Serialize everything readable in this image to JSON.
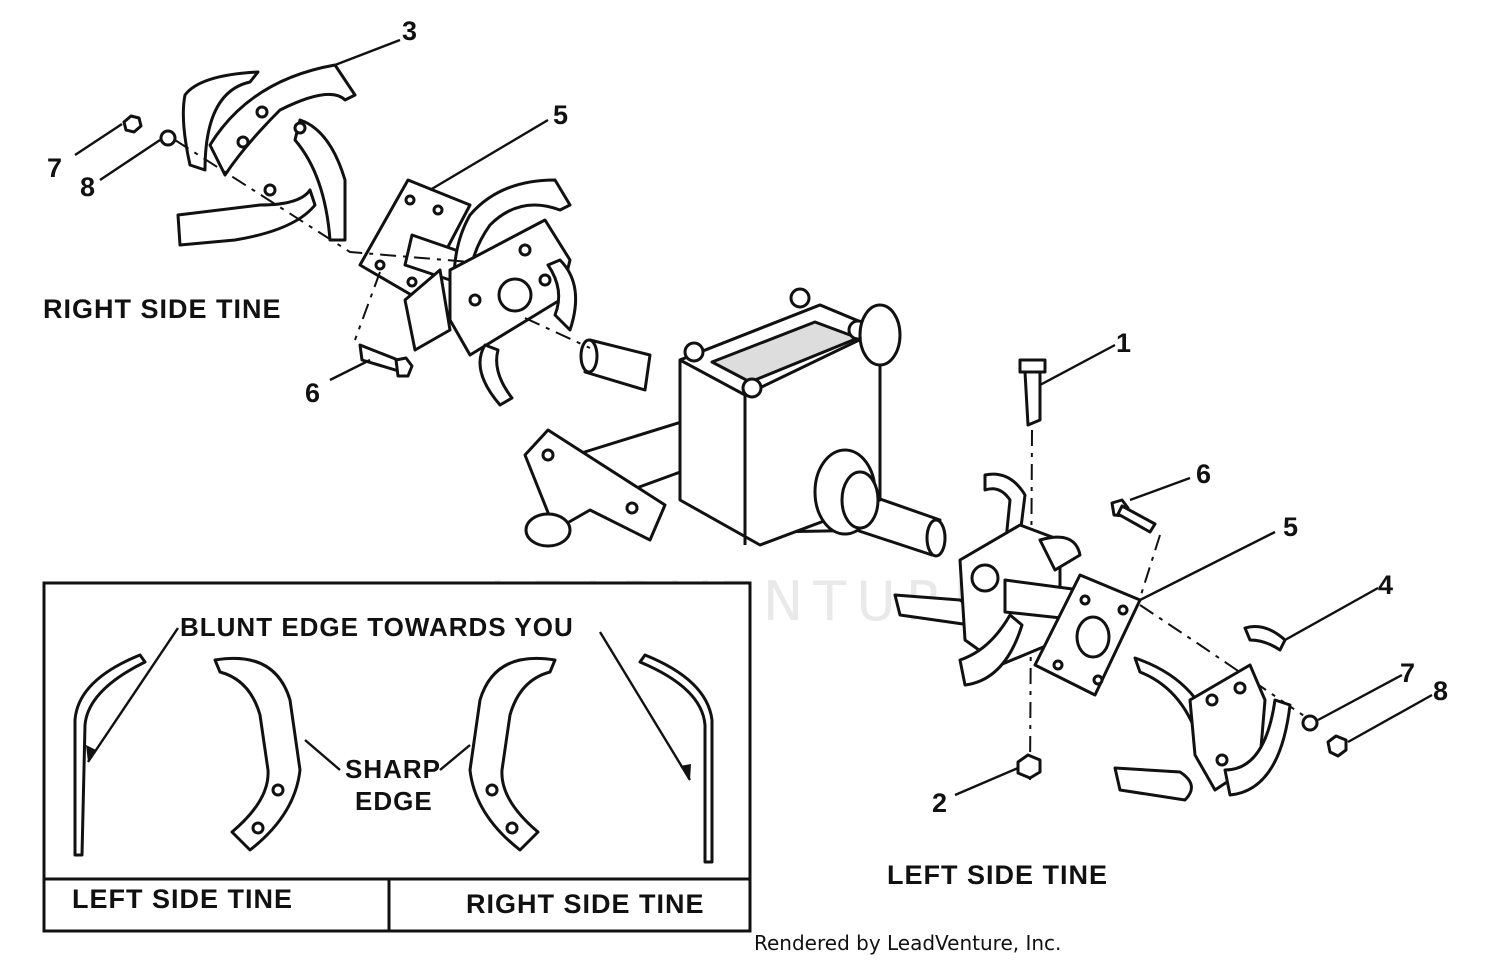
{
  "watermark": "LEADVENTURE",
  "callouts": {
    "c1": "1",
    "c2": "2",
    "c3": "3",
    "c4": "4",
    "c5a": "5",
    "c5b": "5",
    "c6a": "6",
    "c6b": "6",
    "c7a": "7",
    "c7b": "7",
    "c8a": "8",
    "c8b": "8"
  },
  "captions": {
    "right_side_tine": "RIGHT SIDE TINE",
    "left_side_tine": "LEFT SIDE TINE"
  },
  "inset": {
    "note": "BLUNT EDGE TOWARDS YOU",
    "sharp_1": "SHARP",
    "sharp_2": "EDGE",
    "left_label": "LEFT SIDE TINE",
    "right_label": "RIGHT SIDE TINE"
  },
  "footer": "Rendered by LeadVenture, Inc."
}
